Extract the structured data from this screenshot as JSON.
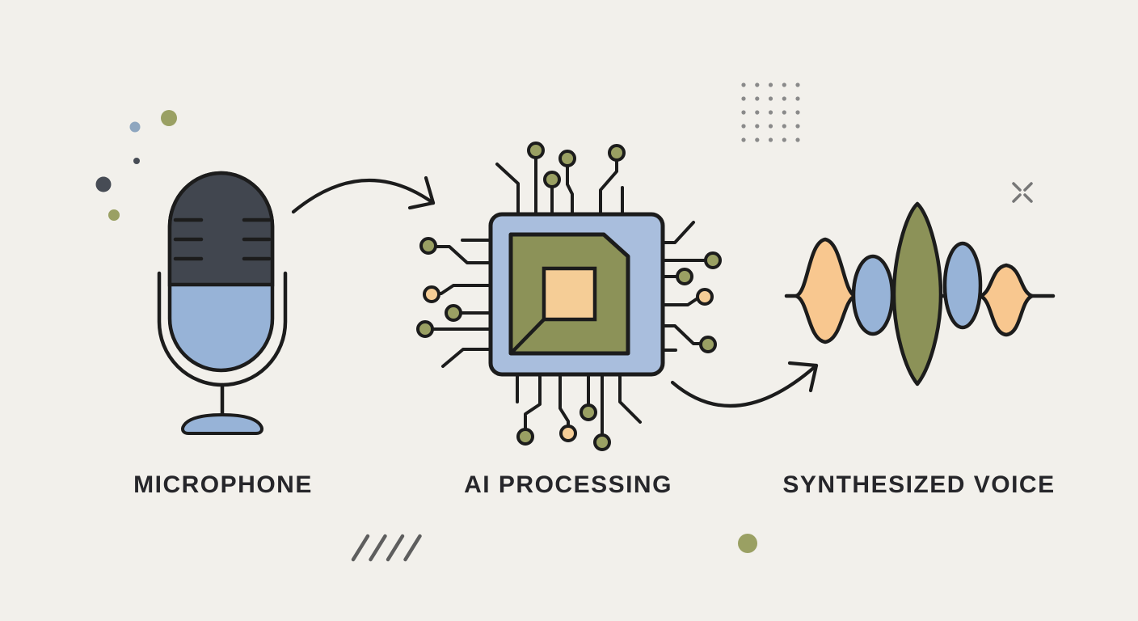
{
  "diagram": {
    "stages": [
      {
        "id": "microphone",
        "label": "MICROPHONE",
        "icon": "microphone-icon"
      },
      {
        "id": "ai-processing",
        "label": "AI PROCESSING",
        "icon": "ai-chip-icon"
      },
      {
        "id": "synthesized-voice",
        "label": "SYNTHESIZED VOICE",
        "icon": "voice-waveform-icon"
      }
    ],
    "connectors": [
      {
        "from": "microphone",
        "to": "ai-processing",
        "style": "curved-arrow"
      },
      {
        "from": "ai-processing",
        "to": "synthesized-voice",
        "style": "curved-arrow"
      }
    ]
  },
  "colors": {
    "bg": "#f2f0eb",
    "ink": "#1c1c1c",
    "label": "#26262a",
    "blue": "#97b3d7",
    "chipBlue": "#a9bedd",
    "olive": "#8c9258",
    "nodeOlive": "#9aa063",
    "peach": "#f5cd96",
    "orange": "#f8c78f",
    "micDark": "#41464f",
    "grayDot": "#8a8a8a",
    "slashGray": "#5e5e5e",
    "blueDot": "#8ea6bf",
    "darkDot": "#474c55"
  }
}
